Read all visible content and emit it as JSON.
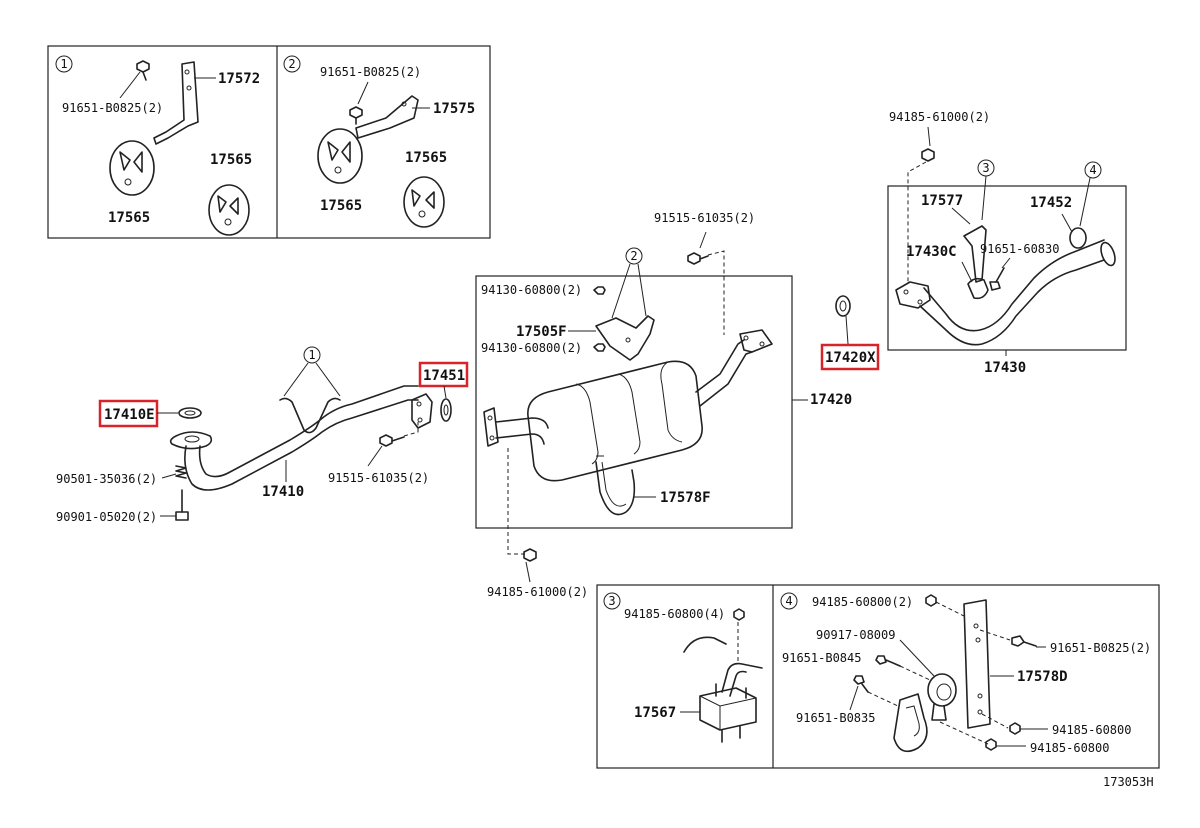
{
  "diagram_code": "173053H",
  "callouts": {
    "c1": "1",
    "c2": "2",
    "c3": "3",
    "c4": "4"
  },
  "inset1": {
    "bolt": "91651-B0825(2)",
    "bracket": "17572",
    "hanger_a": "17565",
    "hanger_b": "17565"
  },
  "inset2": {
    "bolt": "91651-B0825(2)",
    "bracket": "17575",
    "hanger_a": "17565",
    "hanger_b": "17565"
  },
  "front_pipe": {
    "gasket": "17410E",
    "pipe": "17410",
    "spring": "90501-35036(2)",
    "bolt": "90901-05020(2)",
    "bolt2": "91515-61035(2)",
    "gasket2": "17451"
  },
  "center": {
    "bolt_top": "91515-61035(2)",
    "nut_a": "94130-60800(2)",
    "bracket": "17505F",
    "nut_b": "94130-60800(2)",
    "assembly": "17420",
    "clamp": "17578F",
    "nut_bottom": "94185-61000(2)"
  },
  "tail": {
    "gasket": "17420X",
    "nut": "94185-61000(2)",
    "hanger": "17577",
    "clamp": "17452",
    "insulator": "17430C",
    "bolt": "91651-60830",
    "pipe": "17430"
  },
  "inset3": {
    "nut": "94185-60800(4)",
    "mount": "17567"
  },
  "inset4": {
    "nut_top": "94185-60800(2)",
    "rubber": "90917-08009",
    "bolt_a": "91651-B0845",
    "bolt_b": "91651-B0835",
    "bolt_c": "91651-B0825(2)",
    "bracket": "17578D",
    "nut_a": "94185-60800",
    "nut_b": "94185-60800"
  }
}
